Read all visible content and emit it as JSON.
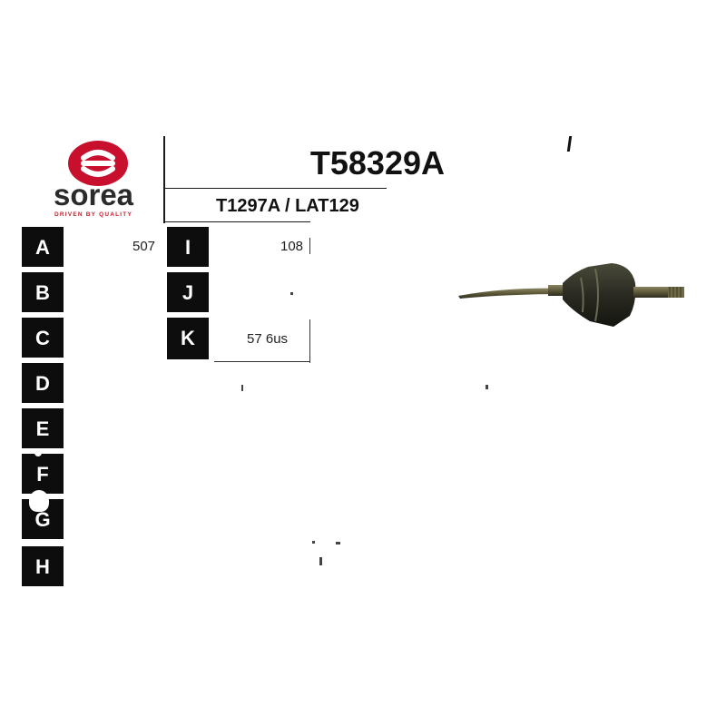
{
  "brand": {
    "name": "sorea",
    "tagline": "DRIVEN BY QUALITY",
    "colors": {
      "red": "#c8102e",
      "dark": "#2b2b2b"
    }
  },
  "product": {
    "part_number": "T58329A",
    "cross_references": "T1297A / LAT129"
  },
  "spec_labels": {
    "left": [
      "A",
      "B",
      "C",
      "D",
      "E",
      "F",
      "G",
      "H"
    ],
    "right": [
      "I",
      "J",
      "K"
    ]
  },
  "spec_values": {
    "a": "507",
    "i": "108",
    "k": "57 6us"
  },
  "image": {
    "subject": "drive-shaft",
    "icon": "cv-axle-icon"
  }
}
